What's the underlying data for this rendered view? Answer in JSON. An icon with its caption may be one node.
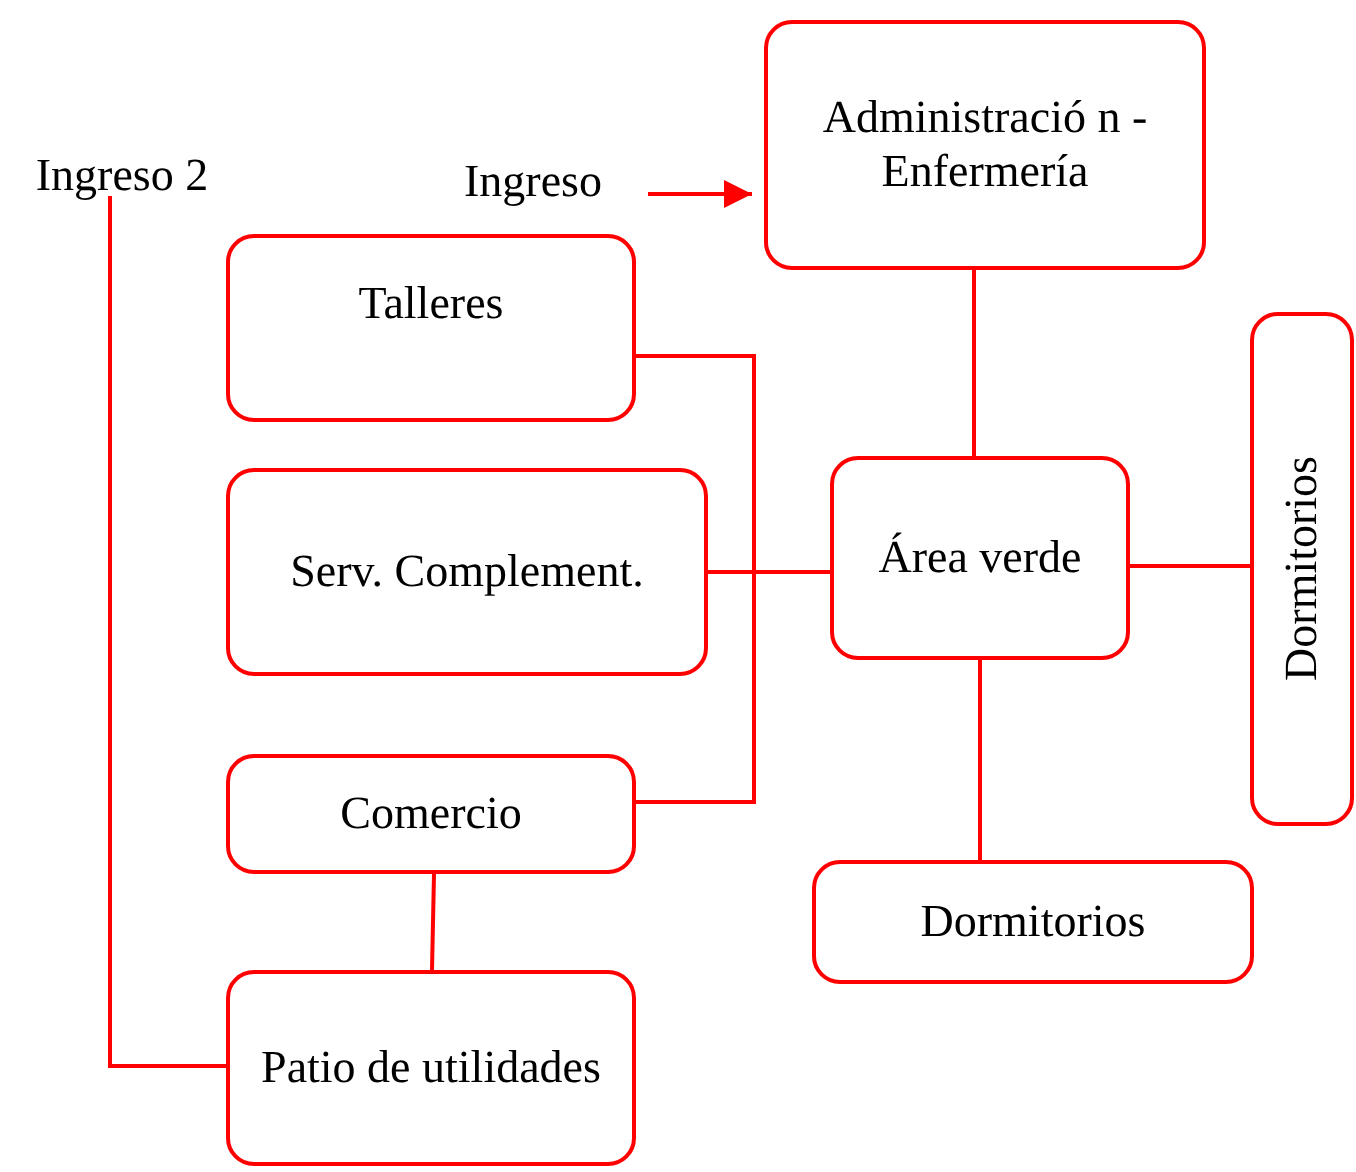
{
  "diagram": {
    "nodes": [
      {
        "text": [
          "Ingreso 2"
        ]
      },
      {
        "text": [
          "Ingreso"
        ]
      },
      {
        "text": [
          "Administració n -Enfermería"
        ]
      },
      {
        "text": [
          "Talleres"
        ]
      },
      {
        "text": [
          "Serv. Complement."
        ]
      },
      {
        "text": [
          "Área verde"
        ]
      },
      {
        "text": [
          "Dormitorios"
        ]
      },
      {
        "text": [
          "Comercio"
        ]
      },
      {
        "text": [
          "Dormitorios"
        ]
      },
      {
        "text": [
          "Patio de utilidades"
        ]
      }
    ],
    "edges": [
      {
        "from": 1,
        "to": 2,
        "arrow": "to"
      },
      {
        "from": 2,
        "to": 5,
        "arrow": "none"
      },
      {
        "from": 3,
        "to": 7,
        "arrow": "none"
      },
      {
        "from": 4,
        "to": 5,
        "arrow": "none"
      },
      {
        "from": 5,
        "to": 6,
        "arrow": "none"
      },
      {
        "from": 5,
        "to": 8,
        "arrow": "none"
      },
      {
        "from": 7,
        "to": 9,
        "arrow": "none"
      },
      {
        "from": 0,
        "to": 9,
        "arrow": "none"
      }
    ]
  }
}
